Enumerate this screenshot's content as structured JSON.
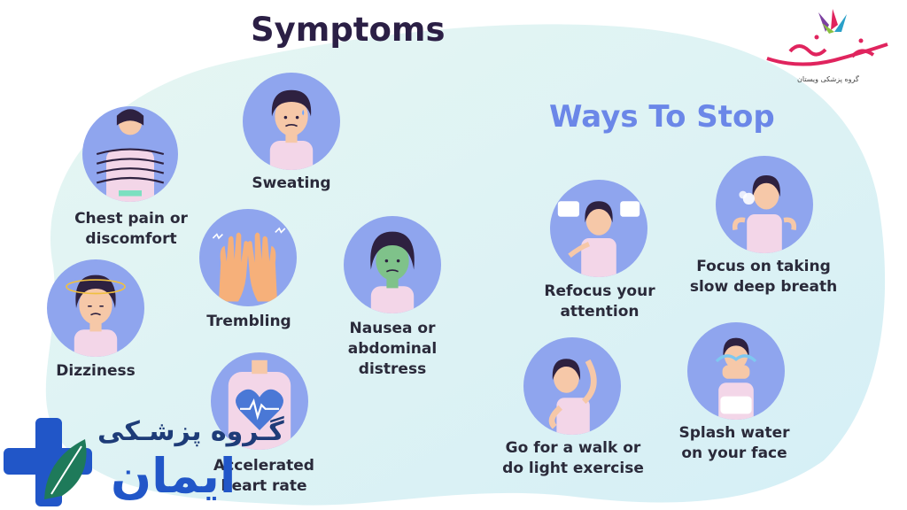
{
  "titles": {
    "symptoms": "Symptoms",
    "ways": "Ways To Stop"
  },
  "symptoms": [
    {
      "id": "chest",
      "label_lines": [
        "Chest pain or",
        "discomfort"
      ]
    },
    {
      "id": "sweating",
      "label_lines": [
        "Sweating"
      ]
    },
    {
      "id": "trembling",
      "label_lines": [
        "Trembling"
      ]
    },
    {
      "id": "nausea",
      "label_lines": [
        "Nausea or",
        "abdominal",
        "distress"
      ]
    },
    {
      "id": "dizziness",
      "label_lines": [
        "Dizziness"
      ]
    },
    {
      "id": "heart",
      "label_lines": [
        "Accelerated",
        "heart rate"
      ]
    }
  ],
  "ways": [
    {
      "id": "refocus",
      "label_lines": [
        "Refocus your",
        "attention"
      ]
    },
    {
      "id": "breath",
      "label_lines": [
        "Focus on taking",
        "slow deep breath"
      ]
    },
    {
      "id": "walk",
      "label_lines": [
        "Go for a walk or",
        "do light exercise"
      ]
    },
    {
      "id": "splash",
      "label_lines": [
        "Splash water",
        "on your face"
      ]
    }
  ],
  "logos": {
    "top_caption": "گروه پزشکی ویستان",
    "bottom_line1": "گـروه پزشـکی",
    "bottom_line2": "ایمان"
  },
  "colors": {
    "blob": "#dcf3f1",
    "circle": "#8fa5ee",
    "symptoms_title": "#2b1f45",
    "ways_title": "#6b87e8",
    "logo_blue": "#2156c8",
    "logo_green": "#1e7a5a",
    "logo_pink": "#e0245e"
  }
}
